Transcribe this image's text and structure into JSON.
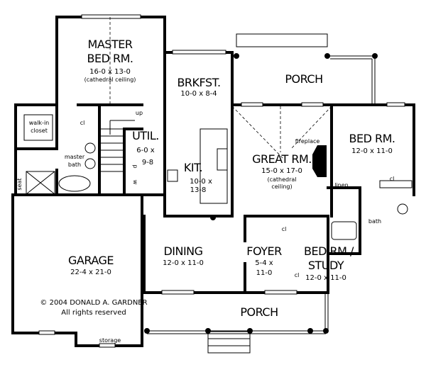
{
  "rooms": {
    "master": {
      "name1": "MASTER",
      "name2": "BED RM.",
      "dims": "16-0 x 13-0",
      "note": "(cathedral ceiling)"
    },
    "brkfst": {
      "name": "BRKFST.",
      "dims": "10-0 x 8-4"
    },
    "porch_top": {
      "name": "PORCH"
    },
    "bed": {
      "name": "BED RM.",
      "dims": "12-0 x 11-0"
    },
    "great": {
      "name": "GREAT RM.",
      "dims": "15-0 x 17-0",
      "note1": "(cathedral",
      "note2": "ceiling)"
    },
    "fireplace": "fireplace",
    "linen": "linen",
    "util": {
      "name": "UTIL.",
      "dims1": "6-0 x",
      "dims2": "9-8",
      "p": "p",
      "w": "w"
    },
    "kit": {
      "name": "KIT.",
      "dims1": "10-0 x",
      "dims2": "13-8"
    },
    "walkin": {
      "line1": "walk-in",
      "line2": "closet"
    },
    "master_bath": {
      "line1": "master",
      "line2": "bath"
    },
    "seat": "seat",
    "up": "up",
    "closet": "cl",
    "dining": {
      "name": "DINING",
      "dims": "12-0 x 11-0"
    },
    "foyer": {
      "name": "FOYER",
      "dims1": "5-4 x",
      "dims2": "11-0"
    },
    "study": {
      "name1": "BED RM./",
      "name2": "STUDY",
      "dims": "12-0 x 11-0"
    },
    "bath": "bath",
    "garage": {
      "name": "GARAGE",
      "dims": "22-4 x 21-0"
    },
    "storage": "storage",
    "porch_bottom": {
      "name": "PORCH"
    }
  },
  "copyright": {
    "line1": "© 2004 DONALD A. GARDNER",
    "line2": "All rights reserved"
  }
}
